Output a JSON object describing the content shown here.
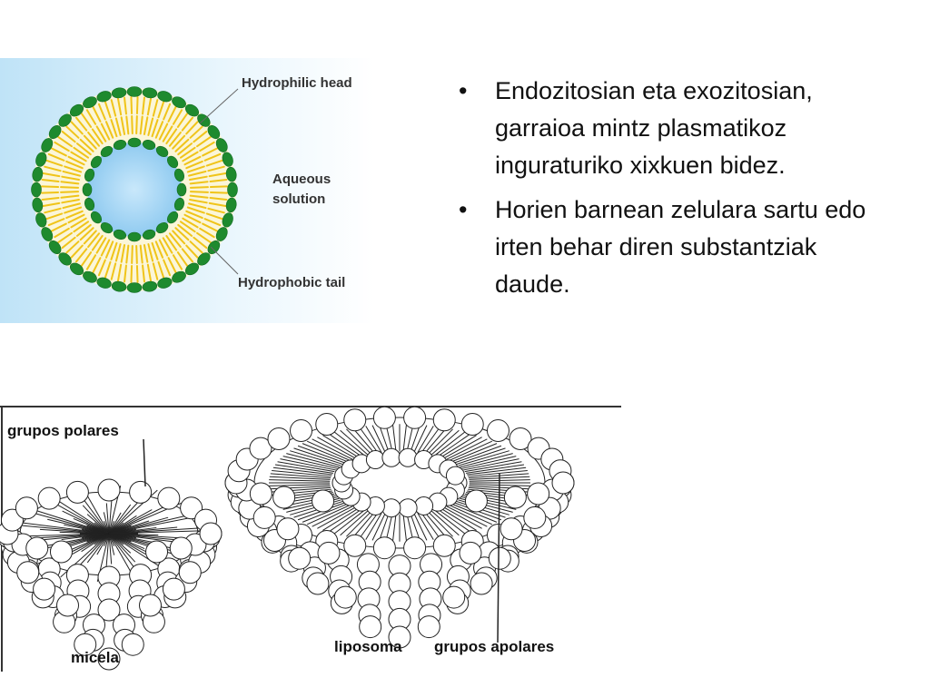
{
  "bullets": [
    {
      "bullet": "•",
      "text": "Endozitosian eta exozitosian, garraioa mintz plasmatikoz inguraturiko xixkuen bidez."
    },
    {
      "bullet": "•",
      "text": "Horien barnean zelulara sartu edo irten behar diren substantziak daude."
    }
  ],
  "liposome_figure": {
    "labels": {
      "head": "Hydrophilic head",
      "aqueous_line1": "Aqueous",
      "aqueous_line2": "solution",
      "tail": "Hydrophobic tail"
    },
    "colors": {
      "head": "#1e8a2e",
      "tail": "#f0c419",
      "core": "#9fd3f3",
      "background": "#d7eefb"
    }
  },
  "micelle_figure": {
    "labels": {
      "polar": "grupos polares",
      "micelle": "micela",
      "liposome": "liposoma",
      "apolar": "grupos apolares"
    }
  }
}
